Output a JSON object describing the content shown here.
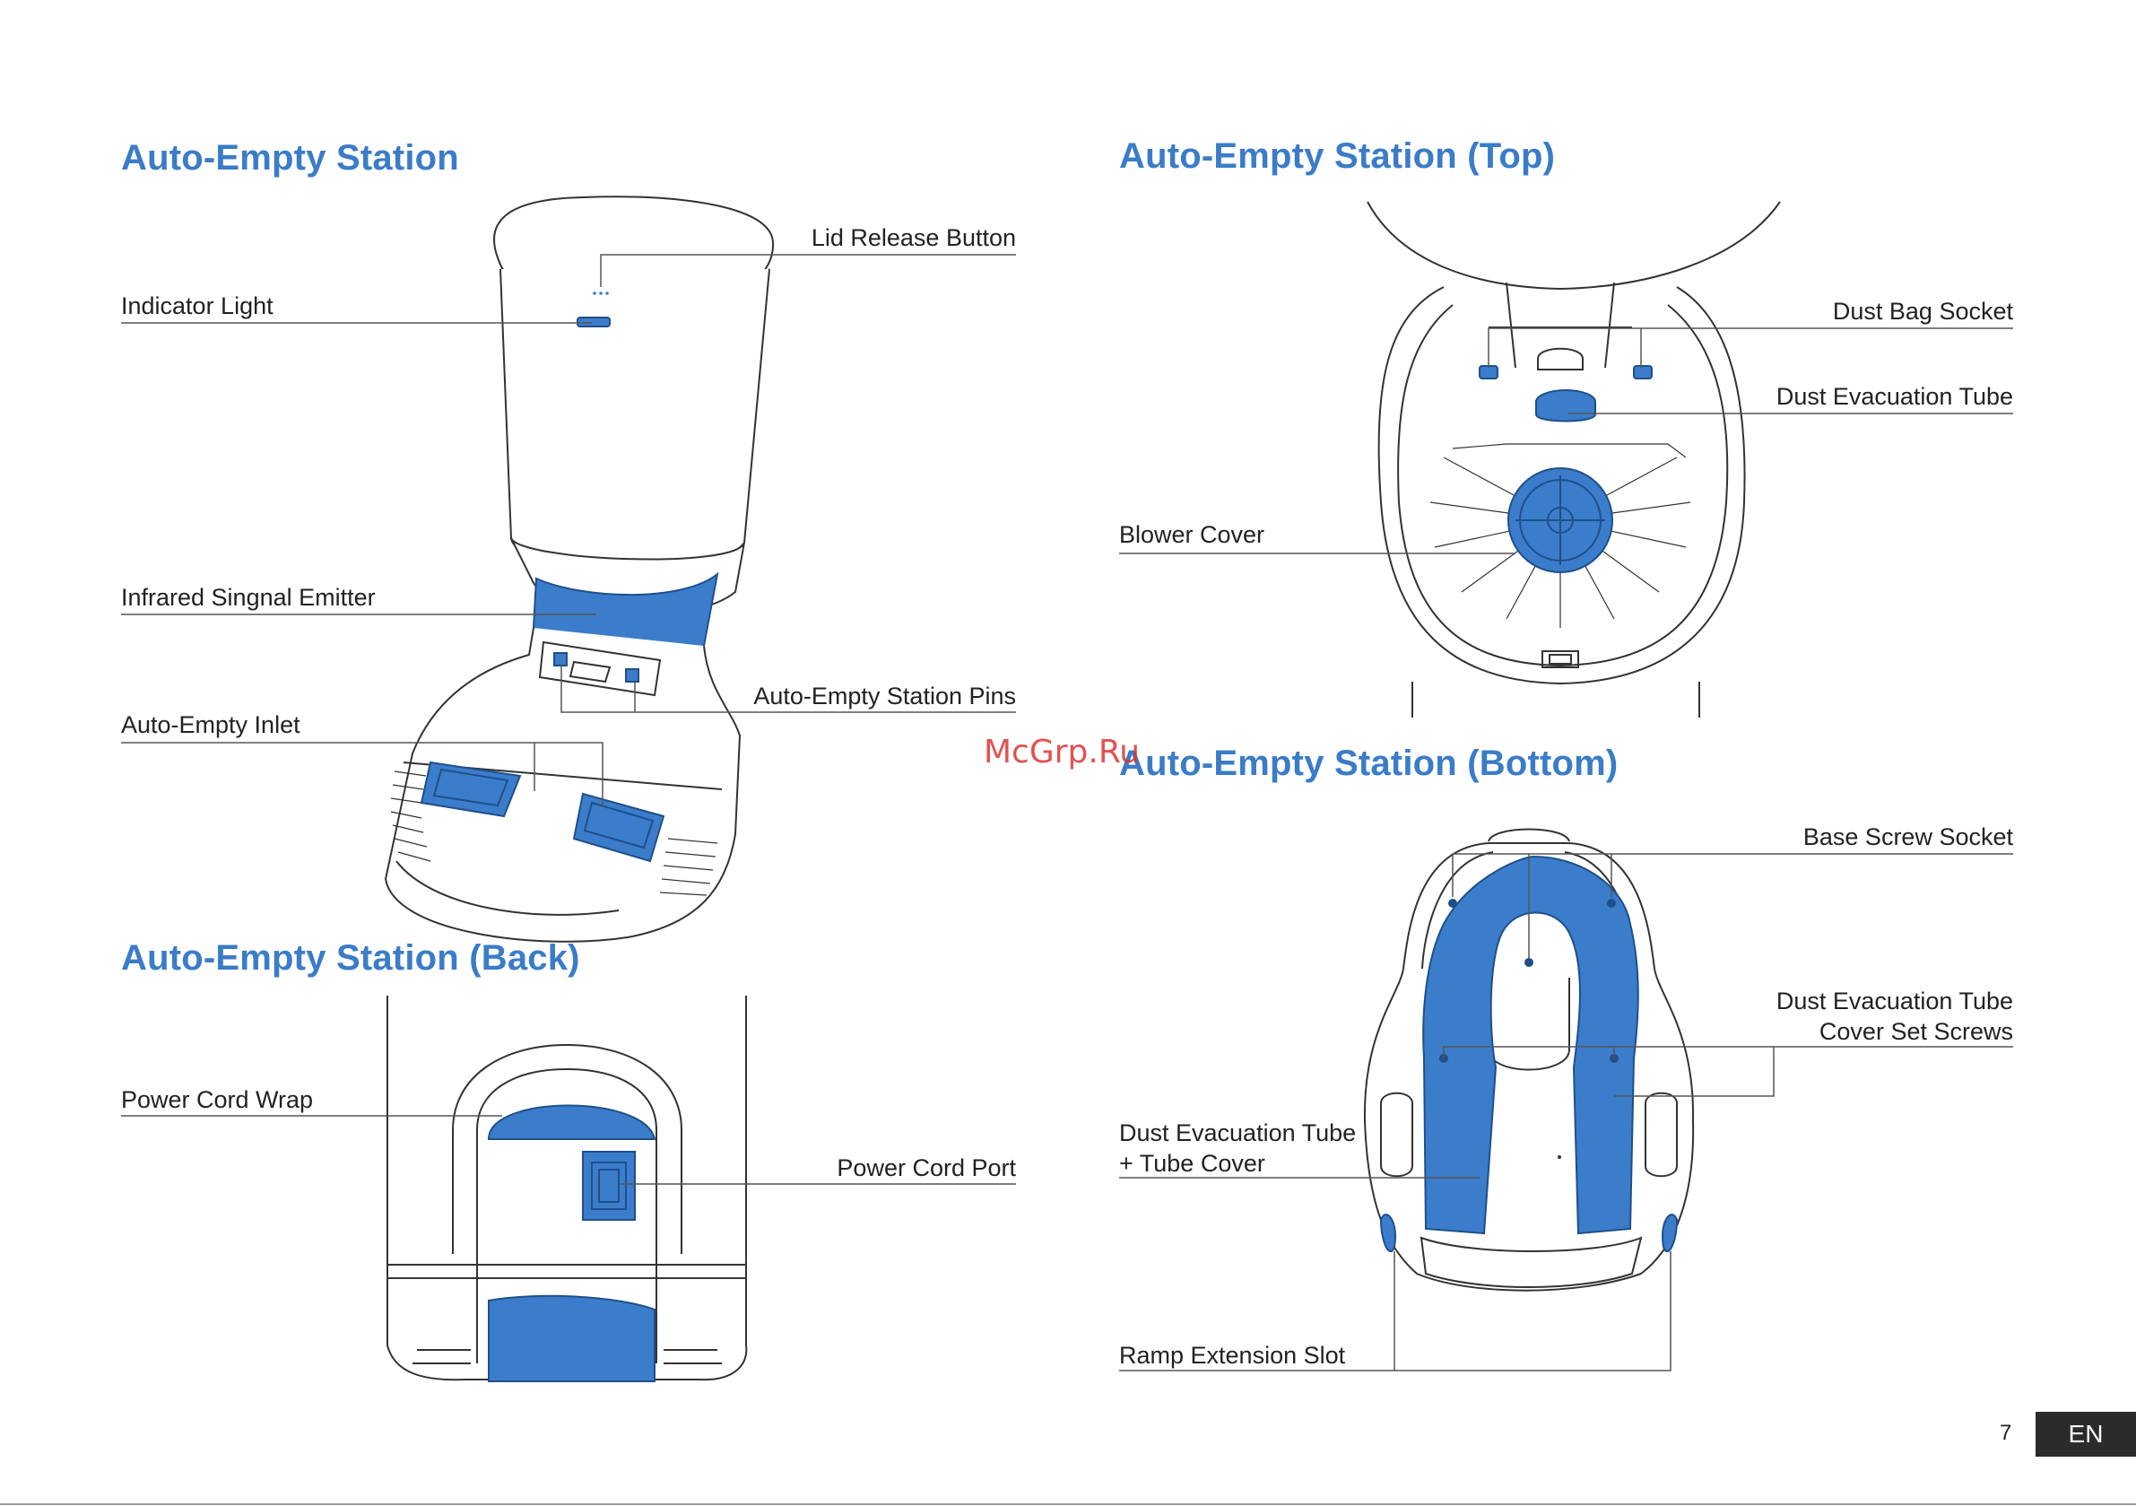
{
  "sections": {
    "station": {
      "title": "Auto-Empty Station"
    },
    "top": {
      "title": "Auto-Empty Station (Top)"
    },
    "back": {
      "title": "Auto-Empty Station (Back)"
    },
    "bottom": {
      "title": "Auto-Empty Station (Bottom)"
    }
  },
  "labels": {
    "lid_release_button": "Lid Release Button",
    "indicator_light": "Indicator Light",
    "infrared_emitter": "Infrared Singnal Emitter",
    "station_pins": "Auto-Empty Station Pins",
    "auto_empty_inlet": "Auto-Empty Inlet",
    "dust_bag_socket": "Dust Bag Socket",
    "dust_evacuation_tube": "Dust Evacuation Tube",
    "blower_cover": "Blower Cover",
    "power_cord_wrap": "Power Cord Wrap",
    "power_cord_port": "Power Cord Port",
    "base_screw_socket": "Base Screw Socket",
    "cover_set_screws_line1": "Dust Evacuation Tube",
    "cover_set_screws_line2": "Cover Set Screws",
    "tube_cover_line1": "Dust Evacuation Tube",
    "tube_cover_line2": "+ Tube Cover",
    "ramp_extension_slot": "Ramp Extension Slot"
  },
  "watermark": "McGrp.Ru",
  "footer": {
    "page_number": "7",
    "language": "EN"
  },
  "colors": {
    "accent": "#3a7cc8",
    "highlight_fill": "#3b7dcb",
    "outline": "#333333",
    "tab": "#2b2b2b"
  }
}
